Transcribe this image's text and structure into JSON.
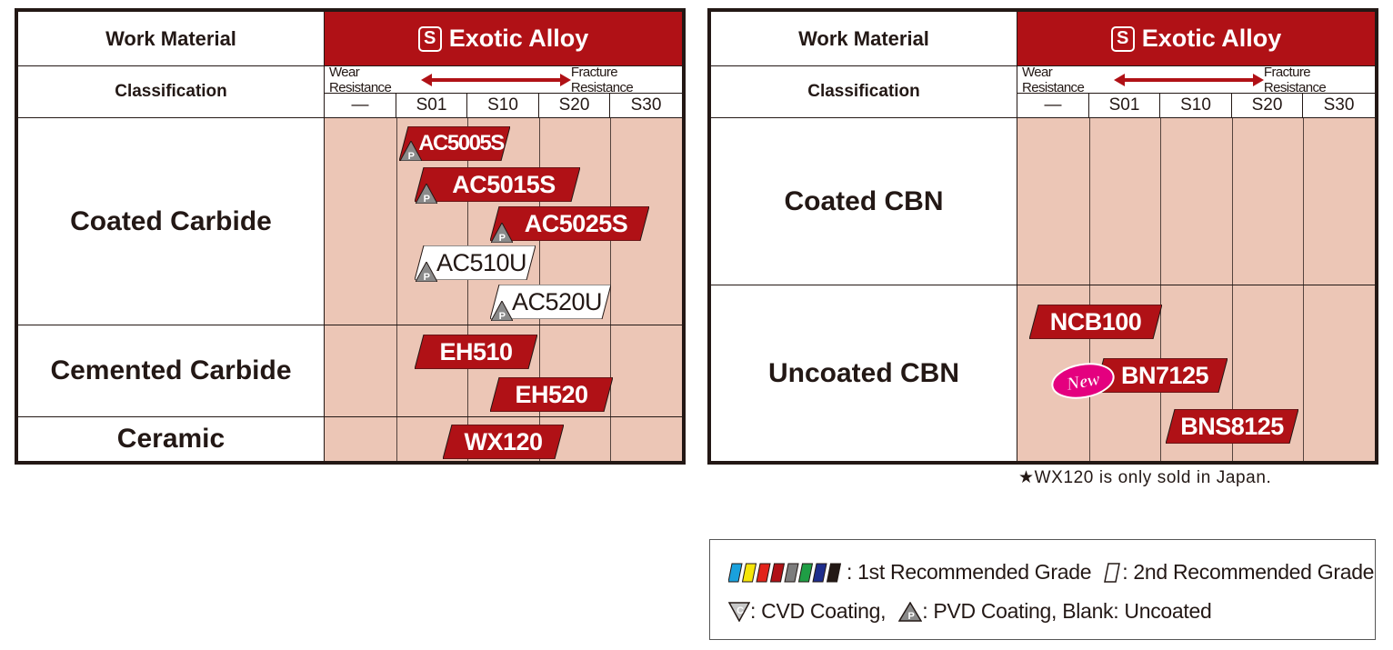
{
  "colors": {
    "accent_red": "#b01116",
    "grid_fill": "#ecc6b6",
    "new_pink": "#e4007f"
  },
  "left_table": {
    "work_material_label": "Work Material",
    "alloy_badge": "S",
    "alloy_label": "Exotic Alloy",
    "classification_label": "Classification",
    "wear_resistance_label": "Wear Resistance",
    "fracture_resistance_label": "Fracture Resistance",
    "classes": [
      "—",
      "S01",
      "S10",
      "S20",
      "S30"
    ],
    "rows": [
      {
        "label": "Coated Carbide"
      },
      {
        "label": "Cemented Carbide"
      },
      {
        "label": "Ceramic"
      }
    ],
    "grades": [
      {
        "name": "AC5005S",
        "style": "first",
        "coating": "P"
      },
      {
        "name": "AC5015S",
        "style": "first",
        "coating": "P"
      },
      {
        "name": "AC5025S",
        "style": "first",
        "coating": "P"
      },
      {
        "name": "AC510U",
        "style": "second",
        "coating": "P"
      },
      {
        "name": "AC520U",
        "style": "second",
        "coating": "P"
      },
      {
        "name": "EH510",
        "style": "first",
        "coating": ""
      },
      {
        "name": "EH520",
        "style": "first",
        "coating": ""
      },
      {
        "name": "WX120",
        "style": "first",
        "coating": ""
      }
    ]
  },
  "right_table": {
    "work_material_label": "Work Material",
    "alloy_badge": "S",
    "alloy_label": "Exotic Alloy",
    "classification_label": "Classification",
    "wear_resistance_label": "Wear Resistance",
    "fracture_resistance_label": "Fracture Resistance",
    "classes": [
      "—",
      "S01",
      "S10",
      "S20",
      "S30"
    ],
    "rows": [
      {
        "label": "Coated CBN"
      },
      {
        "label": "Uncoated CBN"
      }
    ],
    "grades": [
      {
        "name": "NCB100",
        "style": "first",
        "coating": ""
      },
      {
        "name": "BN7125",
        "style": "first",
        "coating": "",
        "new_badge": "New"
      },
      {
        "name": "BNS8125",
        "style": "first",
        "coating": ""
      }
    ]
  },
  "footnote": "★WX120 is only sold in Japan.",
  "legend": {
    "first_grade_label": ": 1st Recommended Grade",
    "second_grade_label": ": 2nd Recommended Grade",
    "cvd_label": ": CVD Coating,",
    "pvd_label": ": PVD Coating, Blank: Uncoated",
    "swatch_colors": [
      "#1aa1dc",
      "#f5e50a",
      "#e2231a",
      "#b01116",
      "#7d7d7d",
      "#1f9e45",
      "#1e2d8c",
      "#231815"
    ],
    "cvd_letter": "C",
    "pvd_letter": "P"
  }
}
